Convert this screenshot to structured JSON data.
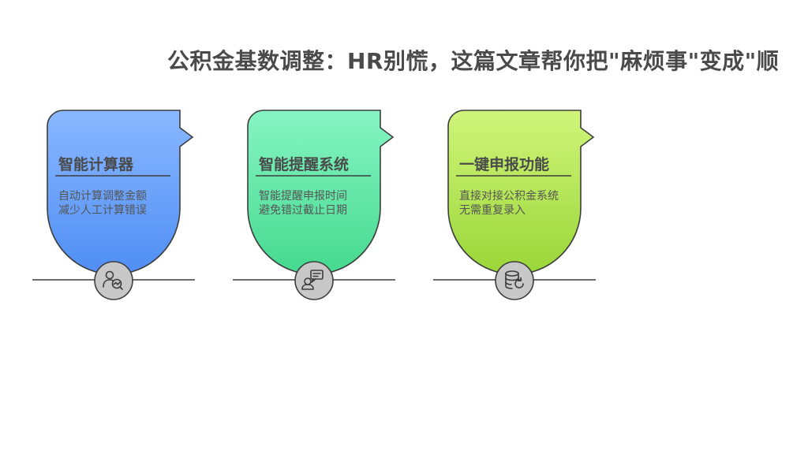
{
  "title": "公积金基数调整：HR别慌，这篇文章帮你把\"麻烦事\"变成\"顺",
  "colors": {
    "stroke": "#3d3d3d",
    "icon_bg": "#c8c8c8",
    "text": "#4a4a4a"
  },
  "cards": [
    {
      "heading": "智能计算器",
      "lines": [
        "自动计算调整金额",
        "减少人工计算错误"
      ],
      "icon": "person-chart-icon",
      "gradient": [
        "#8ab8ff",
        "#4f8ef5"
      ]
    },
    {
      "heading": "智能提醒系统",
      "lines": [
        "智能提醒申报时间",
        "避免错过截止日期"
      ],
      "icon": "person-chat-icon",
      "gradient": [
        "#86f5c4",
        "#45d98e"
      ]
    },
    {
      "heading": "一键申报功能",
      "lines": [
        "直接对接公积金系统",
        "无需重复录入"
      ],
      "icon": "database-refresh-icon",
      "gradient": [
        "#d0f57a",
        "#9ad638"
      ]
    }
  ]
}
